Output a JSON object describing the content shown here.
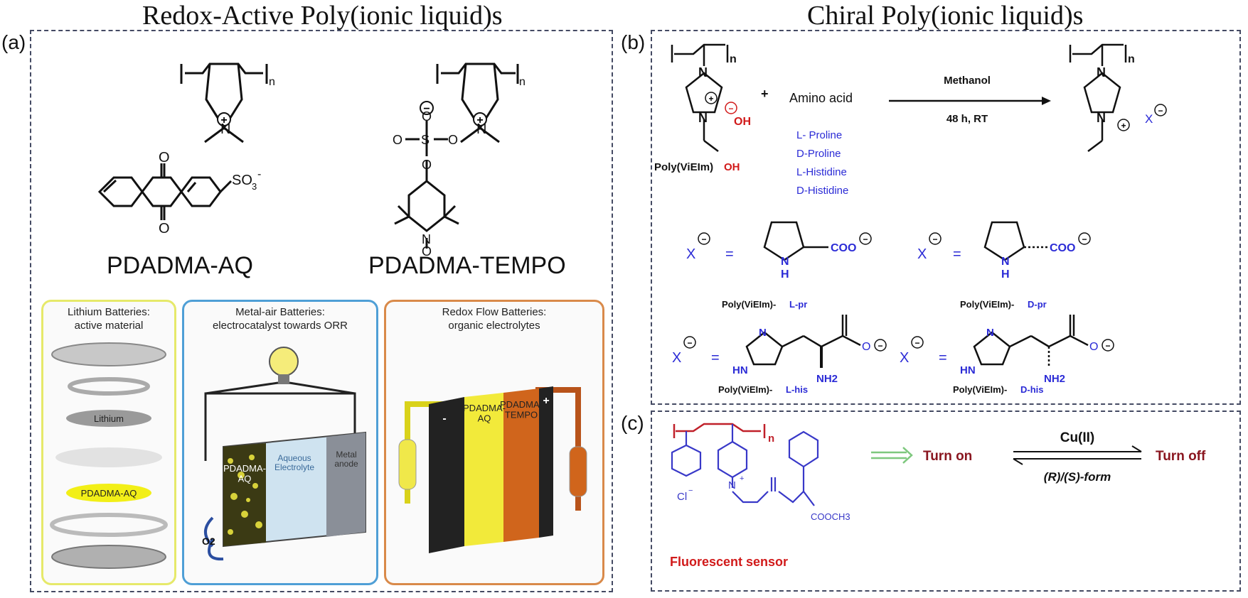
{
  "titles": {
    "left": "Redox-Active Poly(ionic liquid)s",
    "right": "Chiral Poly(ionic liquid)s"
  },
  "panel_labels": {
    "a": "(a)",
    "b": "(b)",
    "c": "(c)"
  },
  "panel_a": {
    "compound1": "PDADMA-AQ",
    "compound2": "PDADMA-TEMPO",
    "batteries": [
      {
        "title": "Lithium Batteries:\nactive material",
        "color": "#e6e96a",
        "layers": [
          "Lithium",
          "PDADMA-AQ"
        ]
      },
      {
        "title": "Metal-air Batteries:\nelectrocatalyst towards ORR",
        "color": "#4f9fd6",
        "labels": [
          "PDADMA-\nAQ",
          "Aqueous\nElectrolyte",
          "Metal\nanode",
          "O2"
        ]
      },
      {
        "title": "Redox Flow Batteries:\norganic electrolytes",
        "color": "#d98a4a",
        "labels": [
          "PDADMA-\nAQ",
          "PDADMA-\nTEMPO",
          "-",
          "+"
        ]
      }
    ]
  },
  "panel_b": {
    "reactant_name": "Poly(ViEIm)",
    "reactant_anion": "OH",
    "plus": "+",
    "reagent": "Amino acid",
    "amino_acids": [
      "L- Proline",
      "D-Proline",
      "L-Histidine",
      "D-Histidine"
    ],
    "conditions_top": "Methanol",
    "conditions_bottom": "48 h, RT",
    "product_anion": "X",
    "products": [
      {
        "prefix": "Poly(ViEIm)-",
        "suffix": "L-pr"
      },
      {
        "prefix": "Poly(ViEIm)-",
        "suffix": "D-pr"
      },
      {
        "prefix": "Poly(ViEIm)-",
        "suffix": "L-his"
      },
      {
        "prefix": "Poly(ViEIm)-",
        "suffix": "D-his"
      }
    ],
    "x_eq": "X",
    "eq": "=",
    "nh": "N",
    "h": "H",
    "coo": "COO",
    "nh2": "NH2",
    "hn": "HN",
    "o": "O"
  },
  "panel_c": {
    "sensor_label": "Fluorescent sensor",
    "turn_on": "Turn on",
    "turn_off": "Turn off",
    "catalyst": "Cu(II)",
    "form": "(R)/(S)-form",
    "chloride": "Cl",
    "ester": "COOCH3"
  },
  "colors": {
    "accent_blue": "#2b2bd6",
    "accent_red": "#d11a1a",
    "dark_red": "#8a1620",
    "border": "#444a63"
  }
}
